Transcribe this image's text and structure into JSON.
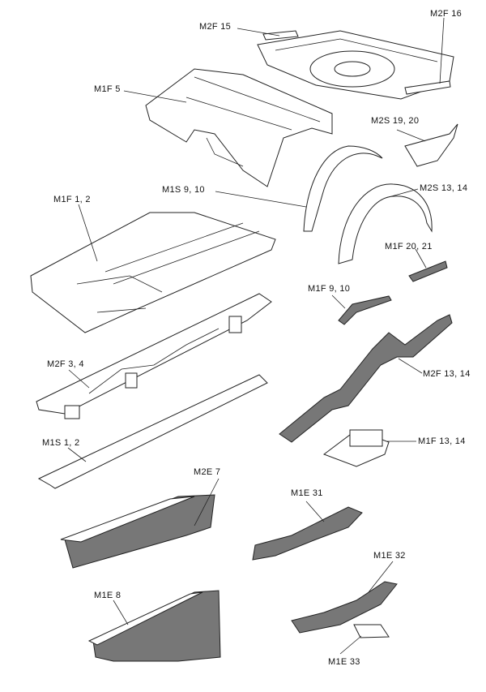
{
  "diagram": {
    "parts": [
      {
        "id": "m2f-15",
        "label": "M2F 15"
      },
      {
        "id": "m2f-16",
        "label": "M2F 16"
      },
      {
        "id": "m1f-5",
        "label": "M1F 5"
      },
      {
        "id": "m2s-19-20",
        "label": "M2S 19, 20"
      },
      {
        "id": "m1s-9-10",
        "label": "M1S 9, 10"
      },
      {
        "id": "m2s-13-14",
        "label": "M2S 13, 14"
      },
      {
        "id": "m1f-1-2",
        "label": "M1F 1, 2"
      },
      {
        "id": "m1f-20-21",
        "label": "M1F 20, 21"
      },
      {
        "id": "m1f-9-10",
        "label": "M1F 9, 10"
      },
      {
        "id": "m2f-3-4",
        "label": "M2F 3, 4"
      },
      {
        "id": "m2f-13-14",
        "label": "M2F 13, 14"
      },
      {
        "id": "m1f-13-14",
        "label": "M1F 13, 14"
      },
      {
        "id": "m1s-1-2",
        "label": "M1S 1, 2"
      },
      {
        "id": "m2e-7",
        "label": "M2E 7"
      },
      {
        "id": "m1e-31",
        "label": "M1E 31"
      },
      {
        "id": "m1e-32",
        "label": "M1E 32"
      },
      {
        "id": "m1e-8",
        "label": "M1E 8"
      },
      {
        "id": "m1e-33",
        "label": "M1E 33"
      }
    ]
  }
}
